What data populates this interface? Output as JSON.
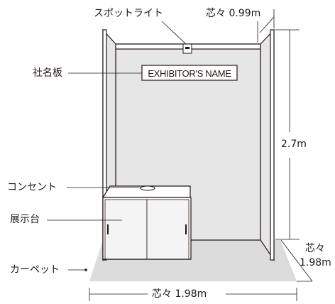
{
  "labels": {
    "spotlight": "スポットライト",
    "name_board": "社名板",
    "outlet": "コンセント",
    "display_stand": "展示台",
    "carpet": "カーペット"
  },
  "sign": {
    "text": "EXHIBITOR'S NAME"
  },
  "dimensions": {
    "depth": "芯々 0.99m",
    "height": "2.7m",
    "side_width_line1": "芯々",
    "side_width_line2": "1.98m",
    "front_width": "芯々 1.98m"
  },
  "colors": {
    "line": "#231815",
    "wall_fill": "#e6e6e6",
    "carpet_fill": "#dcdcdc",
    "panel_fill": "#ffffff"
  }
}
